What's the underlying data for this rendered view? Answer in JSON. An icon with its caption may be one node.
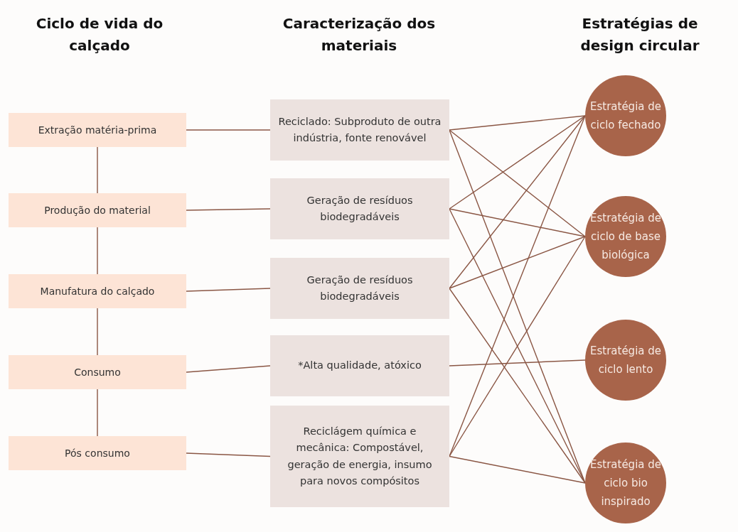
{
  "diagram": {
    "nodes": [
      {
        "text": [
          "Extração matéria-prima"
        ]
      },
      {
        "text": [
          "Produção do material"
        ]
      },
      {
        "text": [
          "Manufatura do calçado"
        ]
      },
      {
        "text": [
          "Consumo"
        ]
      },
      {
        "text": [
          "Pós consumo"
        ]
      },
      {
        "text": [
          "Reciclado: Subproduto de outra indústria, fonte renovável"
        ]
      },
      {
        "text": [
          "Geração de resíduos biodegradáveis"
        ]
      },
      {
        "text": [
          "Geração de resíduos biodegradáveis"
        ]
      },
      {
        "text": [
          "*Alta qualidade, atóxico"
        ]
      },
      {
        "text": [
          "Reciclágem química e mecânica: Compostável, geração de energia, insumo para novos compósitos"
        ]
      },
      {
        "text": [
          "Estratégia de ciclo fechado"
        ]
      },
      {
        "text": [
          "Estratégia de ciclo de base biológica"
        ]
      },
      {
        "text": [
          "Estratégia de ciclo lento"
        ]
      },
      {
        "text": [
          "Estratégia de ciclo bio inspirado"
        ]
      }
    ],
    "edges": [
      {
        "from": 0,
        "to": 1,
        "arrow": "none"
      },
      {
        "from": 1,
        "to": 2,
        "arrow": "none"
      },
      {
        "from": 2,
        "to": 3,
        "arrow": "none"
      },
      {
        "from": 3,
        "to": 4,
        "arrow": "none"
      },
      {
        "from": 0,
        "to": 5,
        "arrow": "none"
      },
      {
        "from": 1,
        "to": 6,
        "arrow": "none"
      },
      {
        "from": 2,
        "to": 7,
        "arrow": "none"
      },
      {
        "from": 3,
        "to": 8,
        "arrow": "none"
      },
      {
        "from": 4,
        "to": 9,
        "arrow": "none"
      },
      {
        "from": 5,
        "to": 10,
        "arrow": "none"
      },
      {
        "from": 5,
        "to": 11,
        "arrow": "none"
      },
      {
        "from": 5,
        "to": 13,
        "arrow": "none"
      },
      {
        "from": 6,
        "to": 10,
        "arrow": "none"
      },
      {
        "from": 6,
        "to": 11,
        "arrow": "none"
      },
      {
        "from": 6,
        "to": 13,
        "arrow": "none"
      },
      {
        "from": 7,
        "to": 10,
        "arrow": "none"
      },
      {
        "from": 7,
        "to": 11,
        "arrow": "none"
      },
      {
        "from": 7,
        "to": 13,
        "arrow": "none"
      },
      {
        "from": 8,
        "to": 12,
        "arrow": "none"
      },
      {
        "from": 9,
        "to": 10,
        "arrow": "none"
      },
      {
        "from": 9,
        "to": 11,
        "arrow": "none"
      },
      {
        "from": 9,
        "to": 13,
        "arrow": "none"
      }
    ],
    "labels": [
      "Ciclo de vida do calçado",
      "Caracterização dos materiais",
      "Estratégias de design circular"
    ]
  }
}
